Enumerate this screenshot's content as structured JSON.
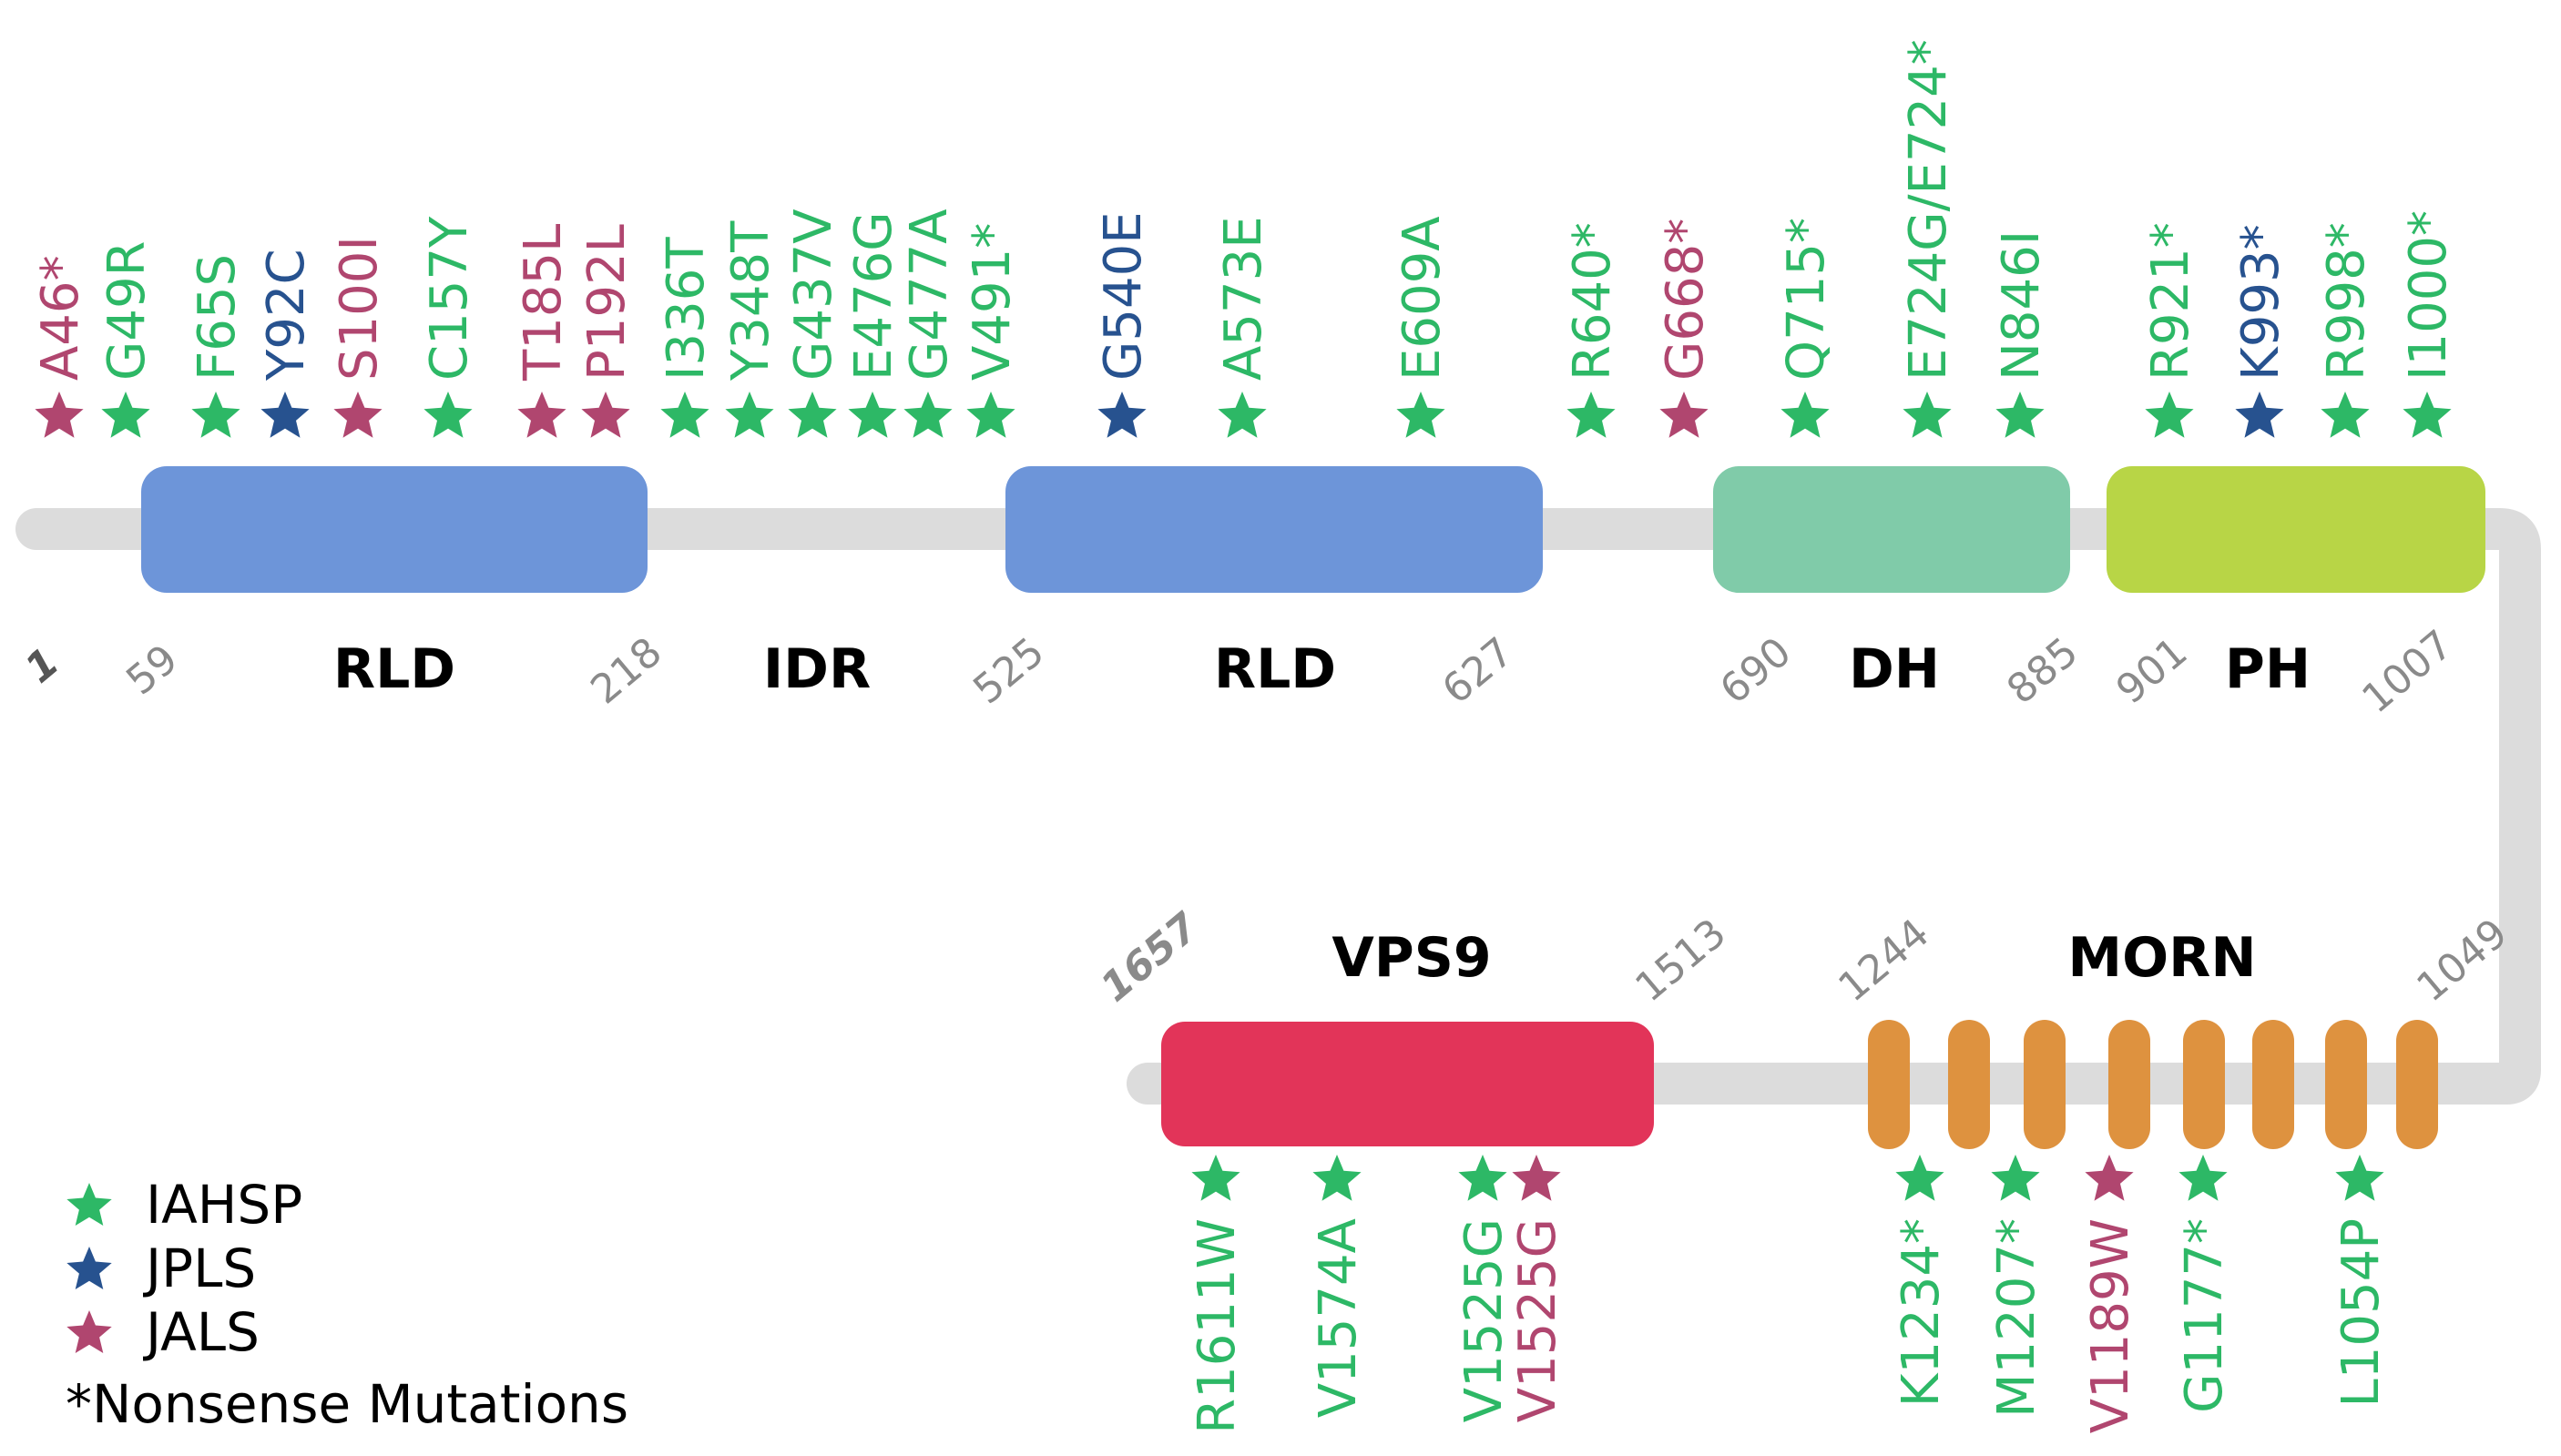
{
  "colors": {
    "IAHSP": "#2db866",
    "JPLS": "#27528f",
    "JALS": "#b0466f",
    "backbone": "#dcdcdc",
    "RLD": "#6d95d9",
    "DH": "#80cba9",
    "PH": "#b8d546",
    "VPS9": "#e23459",
    "MORN": "#de923f",
    "number": "#8a8a8a"
  },
  "domains": [
    {
      "id": "rld1",
      "label": "RLD",
      "start": "59",
      "end": "218",
      "color_key": "RLD"
    },
    {
      "id": "rld2",
      "label": "RLD",
      "start": "525",
      "end": "627",
      "color_key": "RLD"
    },
    {
      "id": "dh",
      "label": "DH",
      "start": "690",
      "end": "885",
      "color_key": "DH"
    },
    {
      "id": "ph",
      "label": "PH",
      "start": "901",
      "end": "1007",
      "color_key": "PH"
    },
    {
      "id": "vps9",
      "label": "VPS9",
      "start": "1513",
      "end": "1657",
      "color_key": "VPS9"
    },
    {
      "id": "morn",
      "label": "MORN",
      "start": "1244",
      "end": "1049",
      "color_key": "MORN",
      "repeats": 8
    }
  ],
  "idr_label": "IDR",
  "n_terminus": "1",
  "c_terminus": "1657",
  "mutations_top": [
    {
      "label": "A46*",
      "group": "JALS"
    },
    {
      "label": "G49R",
      "group": "IAHSP"
    },
    {
      "label": "F65S",
      "group": "IAHSP"
    },
    {
      "label": "Y92C",
      "group": "JPLS"
    },
    {
      "label": "S100I",
      "group": "JALS"
    },
    {
      "label": "C157Y",
      "group": "IAHSP"
    },
    {
      "label": "T185L",
      "group": "JALS"
    },
    {
      "label": "P192L",
      "group": "JALS"
    },
    {
      "label": "I336T",
      "group": "IAHSP"
    },
    {
      "label": "Y348T",
      "group": "IAHSP"
    },
    {
      "label": "G437V",
      "group": "IAHSP"
    },
    {
      "label": "E476G",
      "group": "IAHSP"
    },
    {
      "label": "G477A",
      "group": "IAHSP"
    },
    {
      "label": "V491*",
      "group": "IAHSP"
    },
    {
      "label": "G540E",
      "group": "JPLS"
    },
    {
      "label": "A573E",
      "group": "IAHSP"
    },
    {
      "label": "E609A",
      "group": "IAHSP"
    },
    {
      "label": "R640*",
      "group": "IAHSP"
    },
    {
      "label": "G668*",
      "group": "JALS"
    },
    {
      "label": "Q715*",
      "group": "IAHSP"
    },
    {
      "label": "E724G/E724*",
      "group": "IAHSP"
    },
    {
      "label": "N846I",
      "group": "IAHSP"
    },
    {
      "label": "R921*",
      "group": "IAHSP"
    },
    {
      "label": "K993*",
      "group": "JPLS"
    },
    {
      "label": "R998*",
      "group": "IAHSP"
    },
    {
      "label": "I1000*",
      "group": "IAHSP"
    }
  ],
  "mutations_bottom": [
    {
      "label": "R1611W",
      "group": "IAHSP"
    },
    {
      "label": "V1574A",
      "group": "IAHSP"
    },
    {
      "label": "V1525G",
      "group": "IAHSP"
    },
    {
      "label": "V1525G",
      "group": "JALS"
    },
    {
      "label": "K1234*",
      "group": "IAHSP"
    },
    {
      "label": "M1207*",
      "group": "IAHSP"
    },
    {
      "label": "V1189W",
      "group": "JALS"
    },
    {
      "label": "G1177*",
      "group": "IAHSP"
    },
    {
      "label": "L1054P",
      "group": "IAHSP"
    }
  ],
  "legend": [
    {
      "label": "IAHSP",
      "group": "IAHSP"
    },
    {
      "label": "JPLS",
      "group": "JPLS"
    },
    {
      "label": "JALS",
      "group": "JALS"
    }
  ],
  "legend_note": "*Nonsense Mutations",
  "icons": {
    "mutation_marker": "star-icon"
  }
}
